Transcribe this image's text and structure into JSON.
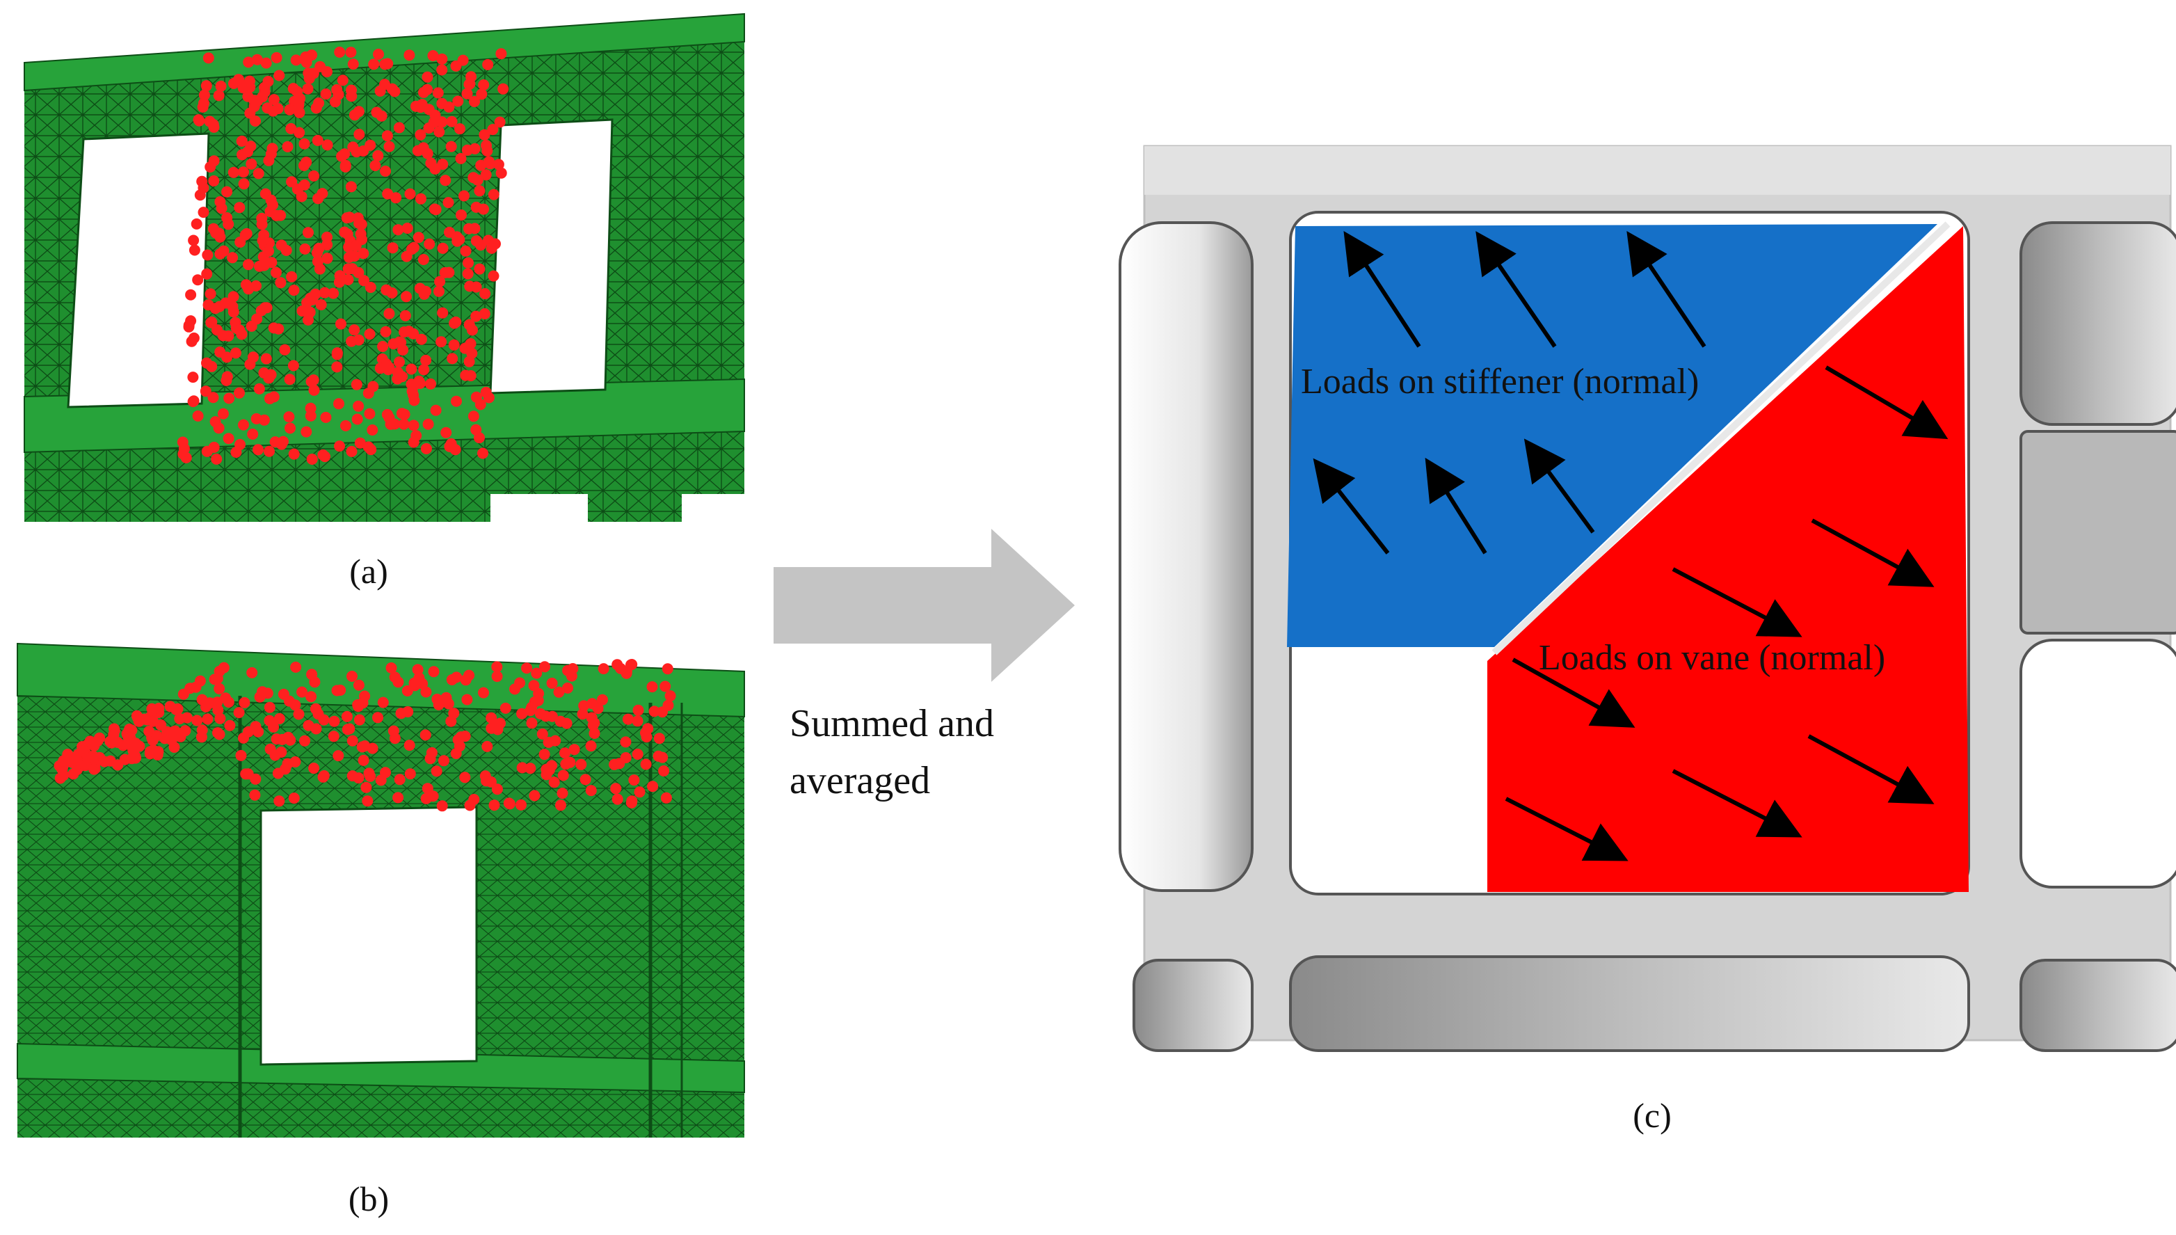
{
  "panels": {
    "a": {
      "caption": "(a)"
    },
    "b": {
      "caption": "(b)"
    },
    "c": {
      "caption": "(c)",
      "stiffener_label": "Loads on stiffener (normal)",
      "vane_label": "Loads on vane (normal)"
    }
  },
  "arrow_label": {
    "line1": "Summed and",
    "line2": "averaged"
  },
  "colors": {
    "mesh_green": "#1f8f2f",
    "mesh_dark": "#0d4d16",
    "node_red": "#ff2020",
    "stiffener_blue": "#1570c8",
    "vane_red": "#ff0000",
    "arrow_gray": "#c4c4c4",
    "structure_gray": "#d4d4d4"
  }
}
